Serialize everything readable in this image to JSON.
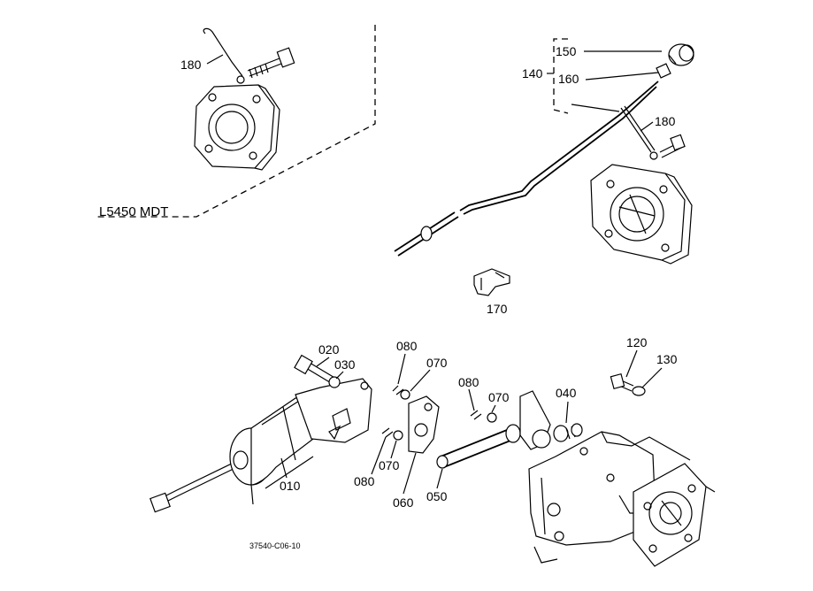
{
  "model_label": "L5450 MDT",
  "drawing_number": "37540-C06-10",
  "callouts": {
    "p010": "010",
    "p020": "020",
    "p030": "030",
    "p040": "040",
    "p050": "050",
    "p060": "060",
    "p070a": "070",
    "p070b": "070",
    "p070c": "070",
    "p080a": "080",
    "p080b": "080",
    "p080c": "080",
    "p120": "120",
    "p130": "130",
    "p140": "140",
    "p150": "150",
    "p160": "160",
    "p170": "170",
    "p180a": "180",
    "p180b": "180"
  }
}
